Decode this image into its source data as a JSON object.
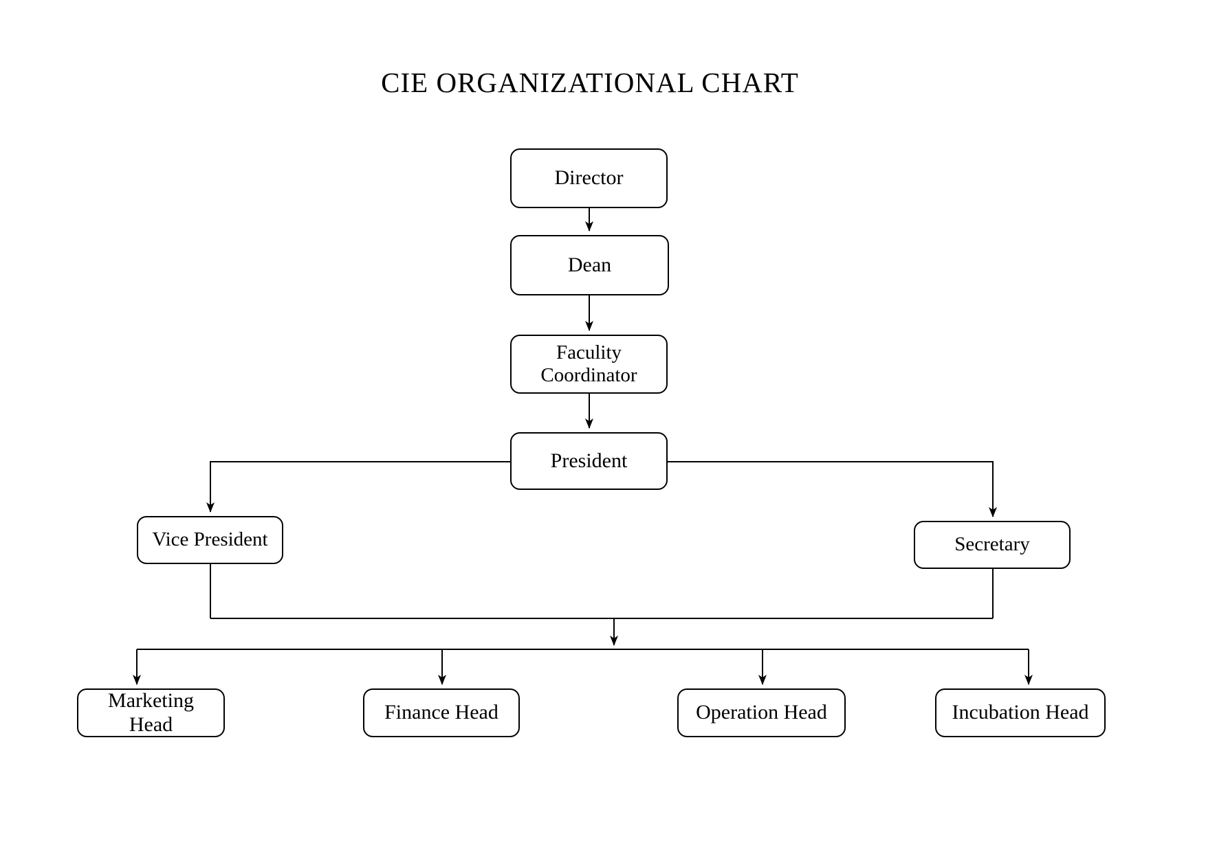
{
  "title": "CIE ORGANIZATIONAL CHART",
  "nodes": {
    "director": {
      "label": "Director"
    },
    "dean": {
      "label": "Dean"
    },
    "faculity_coordinator": {
      "label": "Faculity Coordinator"
    },
    "president": {
      "label": "President"
    },
    "vice_president": {
      "label": "Vice President"
    },
    "secretary": {
      "label": "Secretary"
    },
    "marketing_head": {
      "label": "Marketing Head"
    },
    "finance_head": {
      "label": "Finance Head"
    },
    "operation_head": {
      "label": "Operation Head"
    },
    "incubation_head": {
      "label": "Incubation Head"
    }
  },
  "edges": [
    {
      "from": "director",
      "to": "dean",
      "arrow": true
    },
    {
      "from": "dean",
      "to": "faculity_coordinator",
      "arrow": true
    },
    {
      "from": "faculity_coordinator",
      "to": "president",
      "arrow": true
    },
    {
      "from": "president",
      "to": "vice_president",
      "arrow": true
    },
    {
      "from": "president",
      "to": "secretary",
      "arrow": true
    },
    {
      "from": [
        "vice_president",
        "secretary"
      ],
      "to": [
        "marketing_head",
        "finance_head",
        "operation_head",
        "incubation_head"
      ],
      "arrow": true,
      "note": "joined through a shared collector and distribution bus"
    }
  ],
  "colors": {
    "background": "#ffffff",
    "line": "#000000",
    "box_border": "#000000",
    "box_fill": "#ffffff",
    "text": "#000000"
  }
}
